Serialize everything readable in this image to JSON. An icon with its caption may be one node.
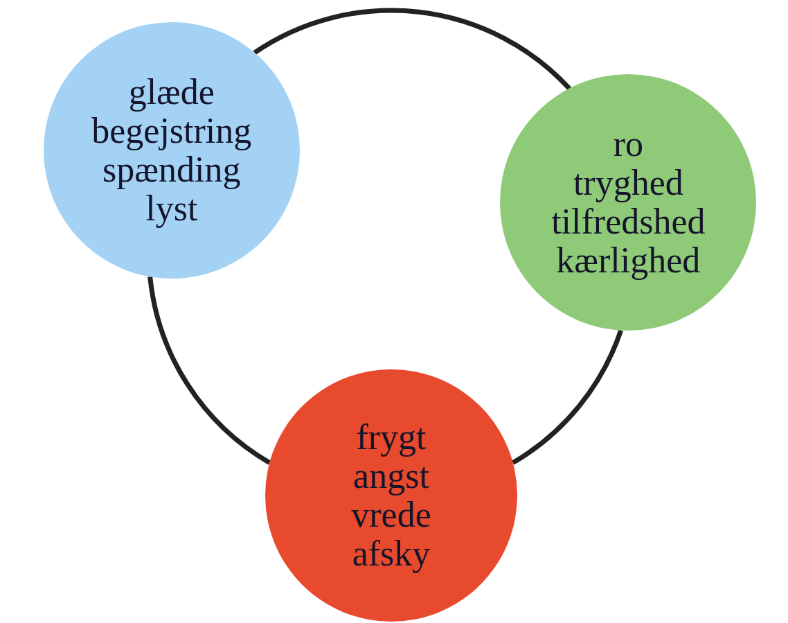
{
  "diagram": {
    "nodes": [
      {
        "text": [
          "glæde",
          "begejstring",
          "spænding",
          "lyst"
        ]
      },
      {
        "text": [
          "ro",
          "tryghed",
          "tilfredshed",
          "kærlighed"
        ]
      },
      {
        "text": [
          "frygt",
          "angst",
          "vrede",
          "afsky"
        ]
      }
    ],
    "edges": [
      {
        "from": 0,
        "to": 1,
        "arrow": "none"
      },
      {
        "from": 1,
        "to": 2,
        "arrow": "none"
      },
      {
        "from": 0,
        "to": 2,
        "arrow": "none"
      }
    ]
  }
}
